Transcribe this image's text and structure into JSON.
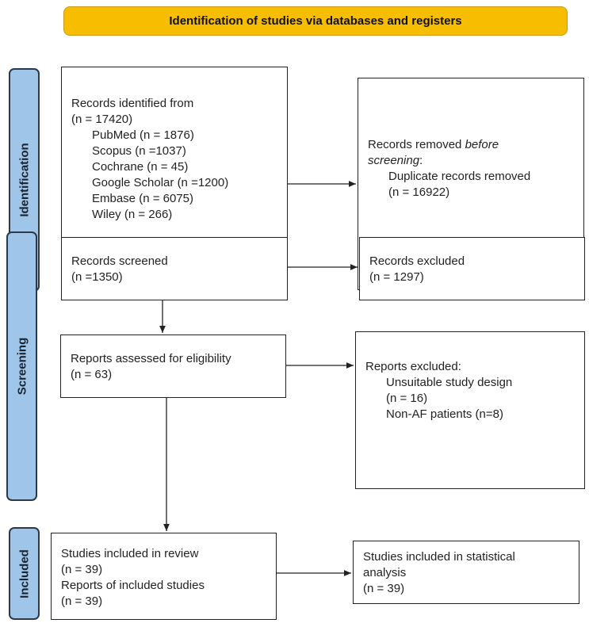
{
  "header": {
    "title": "Identification of studies via databases and registers"
  },
  "phases": {
    "identification": "Identification",
    "screening": "Screening",
    "included": "Included"
  },
  "colors": {
    "header": "#f7bd00",
    "phase": "#9fc5e8"
  },
  "boxes": {
    "records_identified": {
      "title": "Records identified from",
      "count": "(n = 17420)",
      "sources": [
        "PubMed (n = 1876)",
        "Scopus (n =1037)",
        "Cochrane (n = 45)",
        "Google Scholar (n =1200)",
        "Embase (n = 6075)",
        "Wiley (n = 266)"
      ]
    },
    "records_removed": {
      "title_prefix": "Records removed ",
      "title_italic": "before",
      "title_italic2": "screening",
      "title_suffix": ":",
      "item": "Duplicate records removed",
      "count": "(n = 16922)"
    },
    "records_screened": {
      "title": "Records screened",
      "count": "(n =1350)"
    },
    "records_excluded": {
      "title": "Records excluded",
      "count": "(n = 1297)"
    },
    "reports_assessed": {
      "title": "Reports assessed for eligibility",
      "count": "(n = 63)"
    },
    "reports_excluded": {
      "title": "Reports excluded:",
      "items": [
        "Unsuitable study design",
        "(n = 16)",
        "Non-AF patients (n=8)"
      ]
    },
    "studies_included": {
      "line1": "Studies included in review",
      "count1": "(n = 39)",
      "line2": "Reports of included studies",
      "count2": "(n = 39)"
    },
    "statistical": {
      "title": "Studies included in statistical analysis",
      "count": "(n = 39)"
    }
  }
}
